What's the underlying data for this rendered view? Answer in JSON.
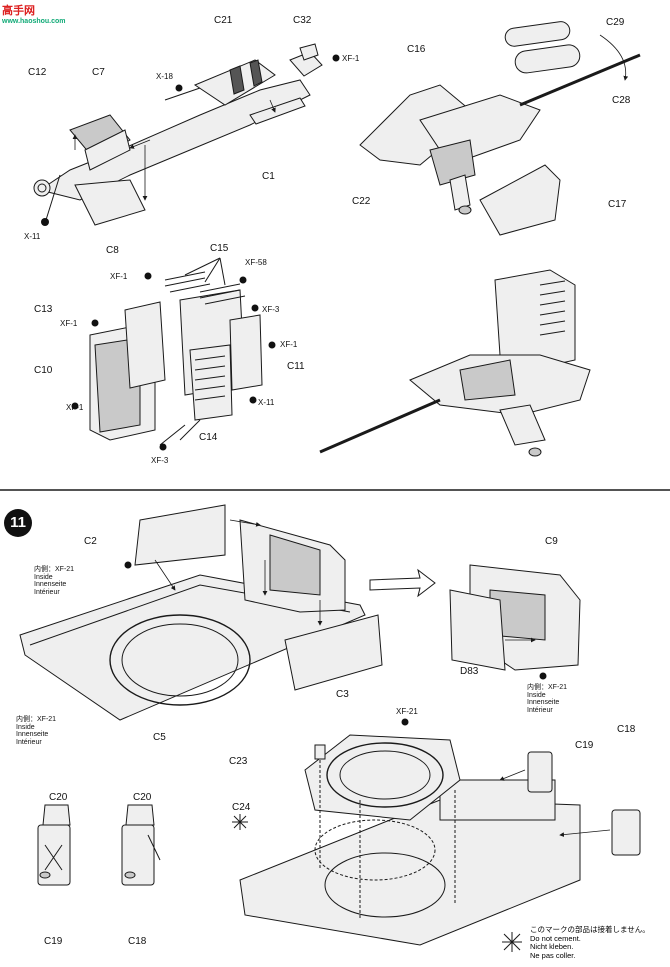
{
  "watermark": {
    "brand": "高手网",
    "url": "www.haoshou.com"
  },
  "step": {
    "number": "11"
  },
  "labels": {
    "c21": "C21",
    "c32": "C32",
    "x18": "X-18",
    "xf1_a": "XF-1",
    "c12": "C12",
    "c7": "C7",
    "c1": "C1",
    "x11_a": "X-11",
    "c8": "C8",
    "c16": "C16",
    "c29": "C29",
    "c28": "C28",
    "c22": "C22",
    "c17": "C17",
    "c15": "C15",
    "xf1_b": "XF-1",
    "xf58": "XF-58",
    "c13": "C13",
    "xf1_c": "XF-1",
    "xf3_a": "XF-3",
    "xf1_d": "XF-1",
    "c10": "C10",
    "c11": "C11",
    "xf1_e": "XF-1",
    "x11_b": "X-11",
    "c14": "C14",
    "xf3_b": "XF-3",
    "c2": "C2",
    "c9": "C9",
    "d83": "D83",
    "c3": "C3",
    "c5": "C5",
    "c23": "C23",
    "xf21_top": "XF-21",
    "c24": "C24",
    "c19_top": "C19",
    "c18_top": "C18",
    "c20_a": "C20",
    "c20_b": "C20",
    "c19_bot": "C19",
    "c18_bot": "C18"
  },
  "inside_notes": {
    "left_top": [
      "内側：XF-21",
      "Inside",
      "Innenseite",
      "Intérieur"
    ],
    "right": [
      "内側：XF-21",
      "Inside",
      "Innenseite",
      "Intérieur"
    ],
    "left_bottom": [
      "内側：XF-21",
      "Inside",
      "Innenseite",
      "Intérieur"
    ]
  },
  "legend": [
    "このマークの部品は接着しません。",
    "Do not cement.",
    "Nicht kleben.",
    "Ne pas coller."
  ],
  "colors": {
    "line": "#1a1a1a",
    "paint_dot": "#111111",
    "panel": "#efefef",
    "shade": "#c9c9c9"
  }
}
